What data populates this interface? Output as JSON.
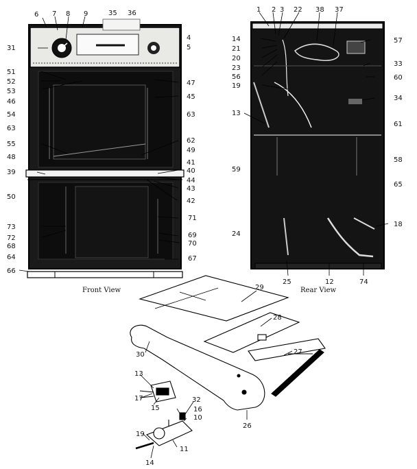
{
  "captions": {
    "front": "Front View",
    "rear": "Rear View"
  },
  "front_labels": {
    "l6": "6",
    "l7": "7",
    "l8": "8",
    "l9": "9",
    "l35": "35",
    "l36": "36",
    "l4": "4",
    "l5": "5",
    "l31": "31",
    "l51": "51",
    "l52": "52",
    "l53": "53",
    "l46": "46",
    "l54": "54",
    "l63a": "63",
    "l47": "47",
    "l45": "45",
    "l63b": "63",
    "l55": "55",
    "l48": "48",
    "l62": "62",
    "l49": "49",
    "l41": "41",
    "l39": "39",
    "l40": "40",
    "l44": "44",
    "l43": "43",
    "l42": "42",
    "l50": "50",
    "l73": "73",
    "l72": "72",
    "l68": "68",
    "l64": "64",
    "l66": "66",
    "l71": "71",
    "l69": "69",
    "l70": "70",
    "l67": "67"
  },
  "rear_labels": {
    "l1": "1",
    "l2": "2",
    "l3": "3",
    "l22": "22",
    "l38": "38",
    "l37": "37",
    "l14": "14",
    "l21": "21",
    "l20": "20",
    "l23": "23",
    "l56": "56",
    "l19": "19",
    "l57": "57",
    "l33": "33",
    "l60": "60",
    "l34": "34",
    "l13": "13",
    "l61": "61",
    "l59": "59",
    "l58": "58",
    "l65": "65",
    "l24": "24",
    "l18": "18",
    "l25": "25",
    "l12": "12",
    "l74": "74"
  },
  "explode_labels": {
    "l29": "29",
    "l28": "28",
    "l30": "30",
    "l27": "27",
    "l26": "26",
    "l13": "13",
    "l17": "17",
    "l15": "15",
    "l32": "32",
    "l16": "16",
    "l10": "10",
    "l19": "19",
    "l11": "11",
    "l14": "14"
  }
}
